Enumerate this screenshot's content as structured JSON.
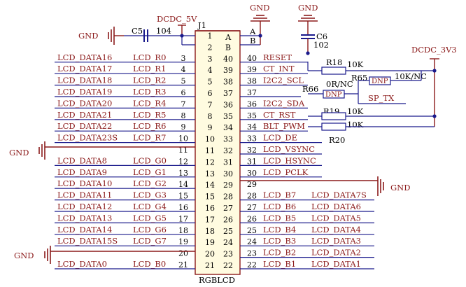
{
  "component": {
    "ref": "J1",
    "name": "RGBLCD",
    "col_a": "A",
    "col_b": "B",
    "pin_a_outside": "A",
    "pin_b_outside": "B"
  },
  "left_pins": [
    {
      "num": "1",
      "sig": "",
      "net": ""
    },
    {
      "num": "2",
      "sig": "",
      "net": ""
    },
    {
      "num": "3",
      "sig": "LCD_R0",
      "net": "LCD_DATA16"
    },
    {
      "num": "4",
      "sig": "LCD_R1",
      "net": "LCD_DATA17"
    },
    {
      "num": "5",
      "sig": "LCD_R2",
      "net": "LCD_DATA18"
    },
    {
      "num": "6",
      "sig": "LCD_R3",
      "net": "LCD_DATA19"
    },
    {
      "num": "7",
      "sig": "LCD_R4",
      "net": "LCD_DATA20"
    },
    {
      "num": "8",
      "sig": "LCD_R5",
      "net": "LCD_DATA21"
    },
    {
      "num": "9",
      "sig": "LCD_R6",
      "net": "LCD_DATA22"
    },
    {
      "num": "10",
      "sig": "LCD_R7",
      "net": "LCD_DATA23S"
    },
    {
      "num": "11",
      "sig": "",
      "net": ""
    },
    {
      "num": "12",
      "sig": "LCD_G0",
      "net": "LCD_DATA8"
    },
    {
      "num": "13",
      "sig": "LCD_G1",
      "net": "LCD_DATA9"
    },
    {
      "num": "14",
      "sig": "LCD_G2",
      "net": "LCD_DATA10"
    },
    {
      "num": "15",
      "sig": "LCD_G3",
      "net": "LCD_DATA11"
    },
    {
      "num": "16",
      "sig": "LCD_G4",
      "net": "LCD_DATA12"
    },
    {
      "num": "17",
      "sig": "LCD_G5",
      "net": "LCD_DATA13"
    },
    {
      "num": "18",
      "sig": "LCD_G6",
      "net": "LCD_DATA14"
    },
    {
      "num": "19",
      "sig": "LCD_G7",
      "net": "LCD_DATA15S"
    },
    {
      "num": "20",
      "sig": "",
      "net": ""
    },
    {
      "num": "21",
      "sig": "LCD_B0",
      "net": "LCD_DATA0"
    }
  ],
  "left_body_nums": [
    "1",
    "2",
    "3",
    "4",
    "5",
    "6",
    "7",
    "8",
    "9",
    "10",
    "11",
    "12",
    "13",
    "14",
    "15",
    "16",
    "17",
    "18",
    "19",
    "20",
    "21"
  ],
  "right_body_nums": [
    "A",
    "B",
    "40",
    "39",
    "38",
    "37",
    "36",
    "35",
    "34",
    "33",
    "32",
    "31",
    "30",
    "29",
    "28",
    "27",
    "26",
    "25",
    "24",
    "23",
    "22"
  ],
  "right_pins": [
    {
      "num": "40",
      "sig": "RESET",
      "net": ""
    },
    {
      "num": "39",
      "sig": "CT_INT",
      "net": ""
    },
    {
      "num": "38",
      "sig": "I2C2_SCL",
      "net": ""
    },
    {
      "num": "37",
      "sig": "",
      "net": ""
    },
    {
      "num": "36",
      "sig": "I2C2_SDA",
      "net": ""
    },
    {
      "num": "35",
      "sig": "CT_RST",
      "net": ""
    },
    {
      "num": "34",
      "sig": "BLT_PWM",
      "net": ""
    },
    {
      "num": "33",
      "sig": "LCD_DE",
      "net": ""
    },
    {
      "num": "32",
      "sig": "LCD_VSYNC",
      "net": ""
    },
    {
      "num": "31",
      "sig": "LCD_HSYNC",
      "net": ""
    },
    {
      "num": "30",
      "sig": "LCD_PCLK",
      "net": ""
    },
    {
      "num": "29",
      "sig": "",
      "net": ""
    },
    {
      "num": "28",
      "sig": "LCD_B7",
      "net": "LCD_DATA7S"
    },
    {
      "num": "27",
      "sig": "LCD_B6",
      "net": "LCD_DATA6"
    },
    {
      "num": "26",
      "sig": "LCD_B5",
      "net": "LCD_DATA5"
    },
    {
      "num": "25",
      "sig": "LCD_B4",
      "net": "LCD_DATA4"
    },
    {
      "num": "24",
      "sig": "LCD_B3",
      "net": "LCD_DATA3"
    },
    {
      "num": "23",
      "sig": "LCD_B2",
      "net": "LCD_DATA2"
    },
    {
      "num": "22",
      "sig": "LCD_B1",
      "net": "LCD_DATA1"
    }
  ],
  "power": {
    "dcdc5v": "DCDC_5V",
    "dcdc3v3": "DCDC_3V3",
    "gnd": "GND"
  },
  "parts": {
    "c5_ref": "C5",
    "c5_val": "104",
    "c6_ref": "C6",
    "c6_val": "102",
    "r18_ref": "R18",
    "r18_val": "10K",
    "r65_ref": "R65",
    "r65_val": "10K/NC",
    "r65_dnp": "DNP",
    "r66_ref": "R66",
    "r66_val": "0R/NC",
    "r66_dnp": "DNP",
    "sp_tx": "SP_TX",
    "r19_ref": "R19",
    "r19_val": "10K",
    "r20_ref": "R20",
    "r20_val": "10K"
  }
}
